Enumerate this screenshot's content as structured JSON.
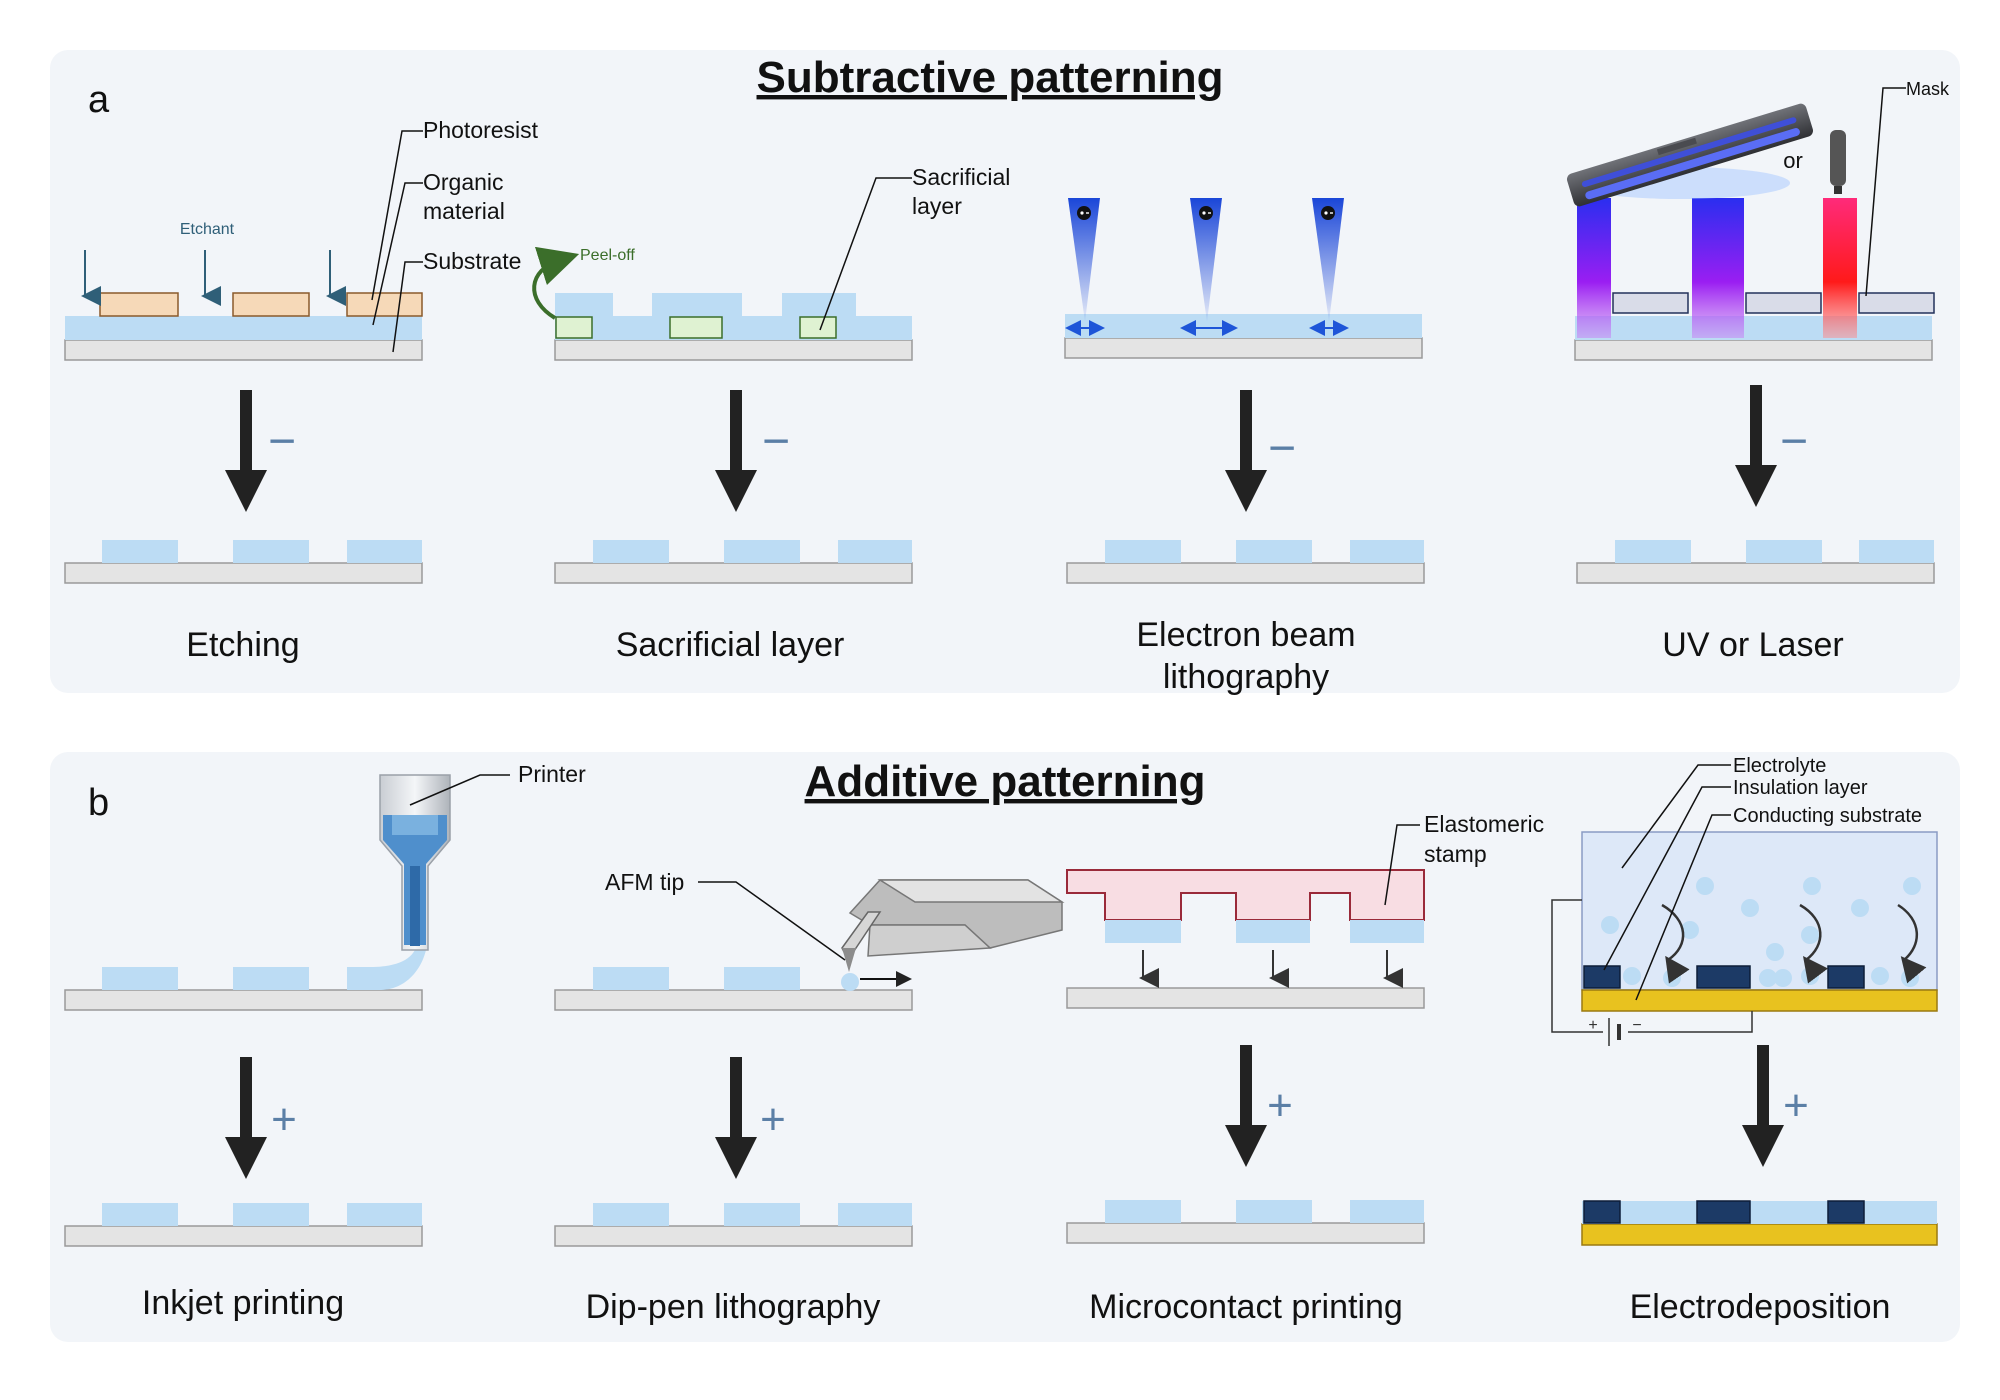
{
  "panel_a": {
    "letter": "a",
    "title": "Subtractive patterning",
    "sign": "−",
    "labels": {
      "photoresist": "Photoresist",
      "organic_1": "Organic",
      "organic_2": "material",
      "substrate": "Substrate",
      "etchant": "Etchant",
      "peel_off": "Peel-off",
      "sacrificial_1": "Sacrificial",
      "sacrificial_2": "layer",
      "mask": "Mask",
      "or": "or"
    },
    "captions": {
      "etching": "Etching",
      "sacrificial": "Sacrificial layer",
      "ebl_1": "Electron beam",
      "ebl_2": "lithography",
      "uv": "UV or Laser"
    }
  },
  "panel_b": {
    "letter": "b",
    "title": "Additive patterning",
    "sign": "+",
    "labels": {
      "printer": "Printer",
      "afm_tip": "AFM tip",
      "stamp_1": "Elastomeric",
      "stamp_2": "stamp",
      "electrolyte": "Electrolyte",
      "insulation": "Insulation layer",
      "conducting": "Conducting substrate",
      "plus": "+",
      "minus": "−"
    },
    "captions": {
      "inkjet": "Inkjet printing",
      "dippen": "Dip-pen lithography",
      "microcontact": "Microcontact printing",
      "electrodeposition": "Electrodeposition"
    }
  },
  "colors": {
    "panel_bg": "#f2f5f9",
    "organic": "#bcdcf4",
    "substrate": "#e4e4e4",
    "photoresist": "#f6d9b8",
    "sacrificial": "#dff2d2",
    "mask": "#d9dce8",
    "stamp": "#f8dde3",
    "gold": "#e8c21f",
    "insulation": "#1c3a66",
    "arrow": "#222222",
    "sign": "#5b7fa6"
  }
}
